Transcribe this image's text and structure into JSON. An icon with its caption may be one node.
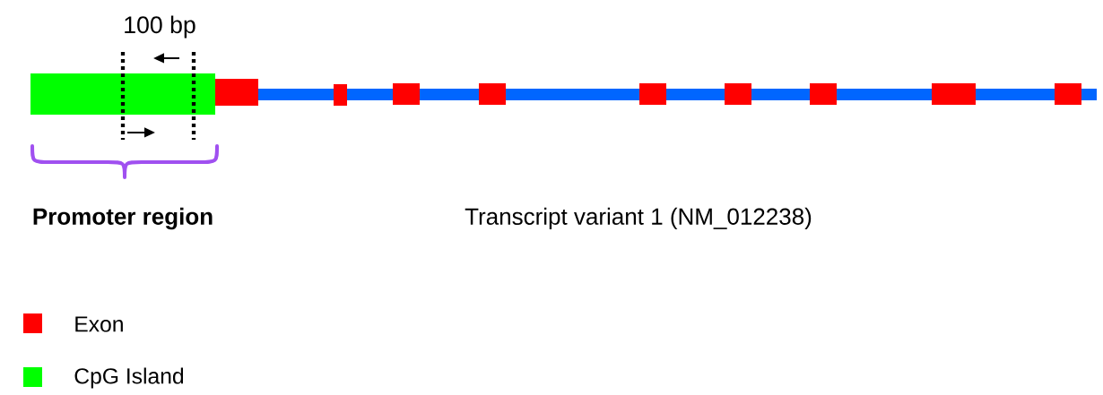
{
  "diagram": {
    "labels": [
      "100 bp",
      "Promoter region",
      "Transcript variant 1 (NM_012238)"
    ],
    "legend": [
      {
        "text": "Exon",
        "color": "#ff0000"
      },
      {
        "text": "CpG Island",
        "color": "#00ff00"
      }
    ]
  }
}
